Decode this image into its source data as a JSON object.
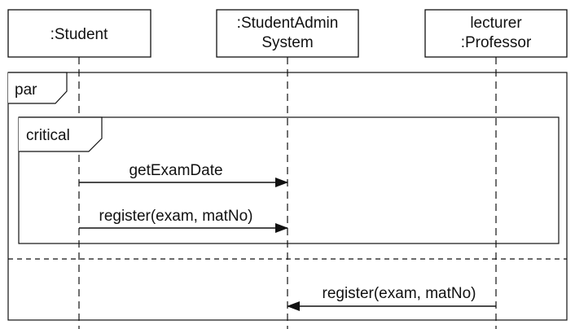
{
  "lifelines": [
    {
      "id": "student",
      "lines": [
        ":Student"
      ]
    },
    {
      "id": "studentadmin",
      "lines": [
        ":StudentAdmin",
        "System"
      ]
    },
    {
      "id": "professor",
      "lines": [
        "lecturer",
        ":Professor"
      ]
    }
  ],
  "fragments": {
    "par": {
      "operator": "par"
    },
    "critical": {
      "operator": "critical"
    }
  },
  "messages": [
    {
      "id": "getexamdate",
      "label": "getExamDate",
      "from": "student",
      "to": "studentadmin"
    },
    {
      "id": "register-student",
      "label": "register(exam, matNo)",
      "from": "student",
      "to": "studentadmin"
    },
    {
      "id": "register-professor",
      "label": "register(exam, matNo)",
      "from": "professor",
      "to": "studentadmin"
    }
  ],
  "colors": {
    "line": "#111111",
    "background": "#ffffff"
  }
}
